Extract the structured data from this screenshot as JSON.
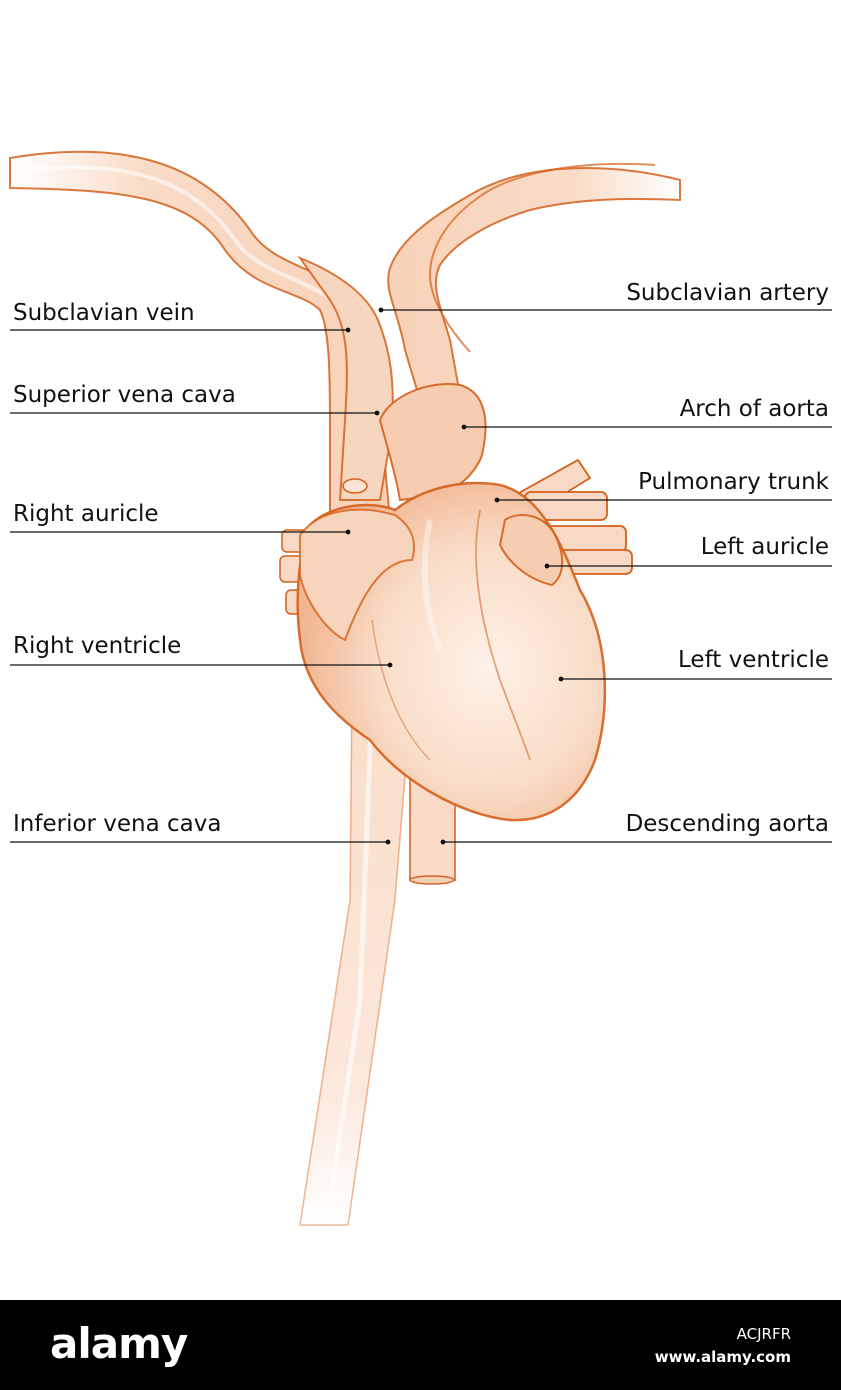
{
  "labels": {
    "subclavian_vein": "Subclavian vein",
    "superior_vena_cava": "Superior vena cava",
    "right_auricle": "Right auricle",
    "right_ventricle": "Right ventricle",
    "inferior_vena_cava": "Inferior vena cava",
    "subclavian_artery": "Subclavian artery",
    "arch_of_aorta": "Arch of aorta",
    "pulmonary_trunk": "Pulmonary trunk",
    "left_auricle": "Left auricle",
    "left_ventricle": "Left ventricle",
    "descending_aorta": "Descending aorta"
  },
  "footer": {
    "logo": "alamy",
    "image_id": "ACJRFR",
    "site": "www.alamy.com"
  },
  "colors": {
    "vessel_fill": "#fbe3d3",
    "vessel_outline": "#d4601c",
    "heart_fill": "#f8d6bd",
    "leader_line": "#111111",
    "footer_bg": "#000000"
  }
}
